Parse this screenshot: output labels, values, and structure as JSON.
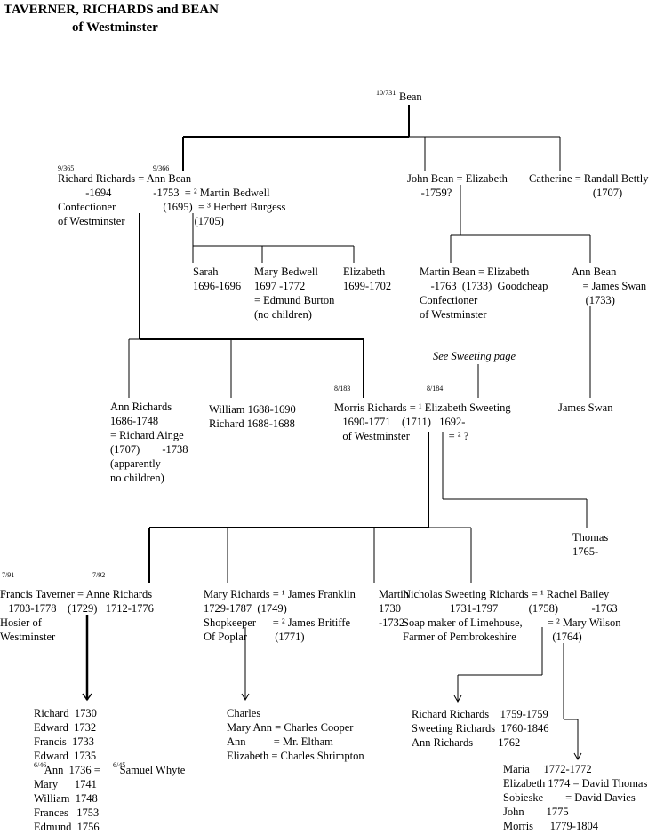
{
  "title": {
    "line1": "TAVERNER, RICHARDS and BEAN",
    "line2": "of Westminster"
  },
  "refs": {
    "bean": "10/731",
    "richard": "9/365",
    "ann_bean": "9/366",
    "morris": "8/183",
    "elizabeth_sweeting": "8/184",
    "francis": "7/91",
    "anne_richards": "7/92",
    "ann_whyte": "6/46",
    "samuel_whyte": "6/45"
  },
  "people": {
    "bean": "Bean",
    "richard_couple": [
      "Richard Richards = Ann Bean",
      "          -1694               -1753  = ² Martin Bedwell",
      "Confectioner                 (1695)  = ³ Herbert Burgess",
      "of Westminster                         (1705)"
    ],
    "john_couple": [
      "John Bean = Elizabeth",
      "     -1759?"
    ],
    "catherine": [
      "Catherine = Randall Bettly",
      "                       (1707)"
    ],
    "sarah": [
      "Sarah",
      "1696-1696"
    ],
    "mary_bedwell": [
      "Mary Bedwell",
      "1697 -1772",
      "= Edmund Burton",
      "(no children)"
    ],
    "elizabeth_bedwell": [
      "Elizabeth",
      "1699-1702"
    ],
    "martin_bean": [
      "Martin Bean = Elizabeth",
      "    -1763  (1733)  Goodcheap",
      "Confectioner",
      "of Westminster"
    ],
    "ann_bean_swan": [
      "Ann Bean",
      "    = James Swan",
      "     (1733)"
    ],
    "see_sweeting": "See Sweeting page",
    "ann_richards": [
      "Ann Richards",
      "1686-1748",
      "= Richard Ainge",
      "(1707)        -1738",
      "(apparently",
      "no children)"
    ],
    "william_richard": [
      "William 1688-1690",
      "Richard 1688-1688"
    ],
    "morris_couple": [
      "Morris Richards = ¹ Elizabeth Sweeting",
      "   1690-1771    (1711)   1692-",
      "   of Westminster              = ² ?"
    ],
    "james_swan": "James Swan",
    "thomas": [
      "Thomas",
      "1765-"
    ],
    "francis_couple": [
      "Francis Taverner = Anne Richards",
      "   1703-1778    (1729)   1712-1776",
      "Hosier of",
      "Westminster"
    ],
    "mary_richards": [
      "Mary Richards = ¹ James Franklin",
      "1729-1787  (1749)",
      "Shopkeeper      = ² James Britiffe",
      "Of Poplar          (1771)"
    ],
    "martin_richards": [
      "Martin",
      "1730",
      "-1732"
    ],
    "nicholas_couple": [
      "Nicholas Sweeting Richards = ¹ Rachel Bailey",
      "                 1731-1797           (1758)            -1763",
      "Soap maker of Limehouse,         = ² Mary Wilson",
      "Farmer of Pembrokeshire             (1764)"
    ],
    "taverner_children": [
      "Richard  1730",
      "Edward  1732",
      "Francis  1733",
      "Edward  1735",
      "    Ann  1736 =       Samuel Whyte",
      "Mary      1741",
      "William  1748",
      "Frances   1753",
      "Edmund  1756"
    ],
    "franklin_children": [
      "Charles",
      "Mary Ann = Charles Cooper",
      "Ann          = Mr. Eltham",
      "Elizabeth = Charles Shrimpton"
    ],
    "rachel_children": [
      "Richard Richards    1759-1759",
      "Sweeting Richards  1760-1846",
      "Ann Richards         1762"
    ],
    "wilson_children": [
      "Maria     1772-1772",
      "Elizabeth 1774 = David Thomas",
      "Sobieske        = David Davies",
      "John        1775",
      "Morris      1779-1804"
    ]
  }
}
